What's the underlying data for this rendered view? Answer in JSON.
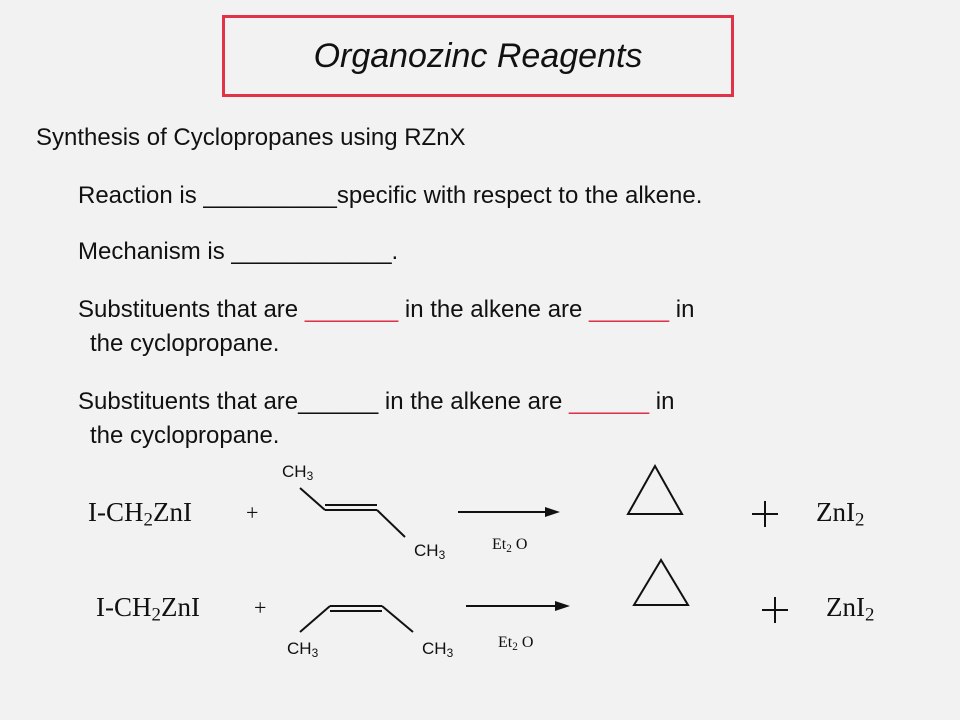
{
  "title": "Organozinc Reagents",
  "heading": "Synthesis of Cyclopropanes  using RZnX",
  "lines": {
    "l1": {
      "pre": "Reaction is ",
      "blank": "__________",
      "post": "specific with respect to the alkene."
    },
    "l2": {
      "pre": "Mechanism is ",
      "blank": "____________",
      "post": "."
    },
    "l3": {
      "pre": "Substituents that are ",
      "blank1": "_______",
      "mid": " in the alkene are ",
      "blank2": "______",
      "post": " in",
      "cont": "the cyclopropane."
    },
    "l4": {
      "pre": "Substituents that are",
      "blank1": "______",
      "mid": " in the alkene are ",
      "blank2": "______",
      "post": " in",
      "cont": "the cyclopropane."
    }
  },
  "reaction1": {
    "reagent_main": "I-CH",
    "reagent_sub": "2",
    "reagent_tail": "ZnI",
    "plus": "+",
    "ch3_top_main": "CH",
    "ch3_top_sub": "3",
    "ch3_bottom_main": "CH",
    "ch3_bottom_sub": "3",
    "solvent_main": "Et",
    "solvent_sub": "2",
    "solvent_tail": " O",
    "plus2": "+",
    "product_main": "ZnI",
    "product_sub": "2"
  },
  "reaction2": {
    "reagent_main": "I-CH",
    "reagent_sub": "2",
    "reagent_tail": "ZnI",
    "plus": "+",
    "ch3_left_main": "CH",
    "ch3_left_sub": "3",
    "ch3_right_main": "CH",
    "ch3_right_sub": "3",
    "solvent_main": "Et",
    "solvent_sub": "2",
    "solvent_tail": " O",
    "plus2": "+",
    "product_main": "ZnI",
    "product_sub": "2"
  }
}
